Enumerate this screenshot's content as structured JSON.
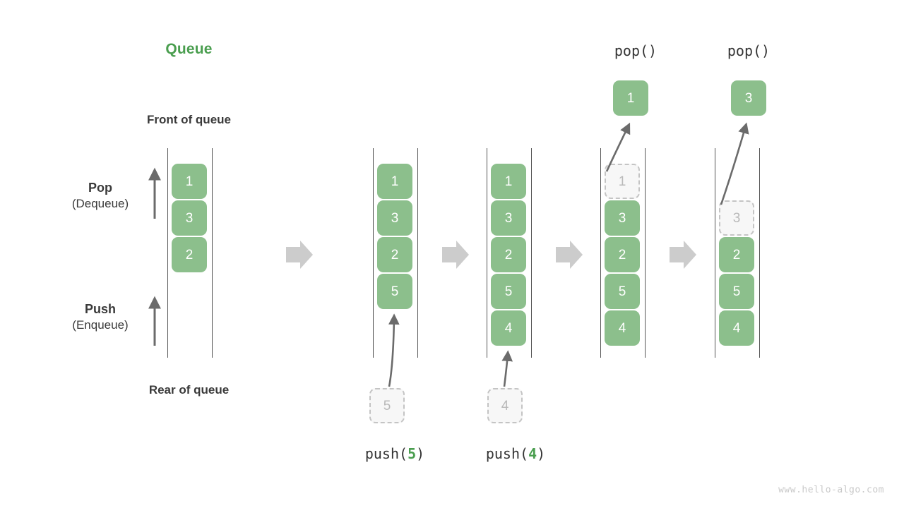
{
  "diagram": {
    "title": "Queue",
    "title_color": "#4a9e4f",
    "accent_color": "#8cbf8c",
    "rail_color": "#555555",
    "arrow_color": "#6b6b6b",
    "transition_arrow_color": "#cccccc",
    "ghost_fill": "#f7f7f7",
    "ghost_border": "#c4c4c4",
    "watermark": "www.hello-algo.com",
    "labels": {
      "front_of_queue": "Front of queue",
      "rear_of_queue": "Rear of queue",
      "pop_main": "Pop",
      "pop_sub": "(Dequeue)",
      "push_main": "Push",
      "push_sub": "(Enqueue)"
    },
    "operations": {
      "push5_prefix": "push(",
      "push5_value": "5",
      "push5_suffix": ")",
      "push4_prefix": "push(",
      "push4_value": "4",
      "push4_suffix": ")",
      "pop_label_1": "pop()",
      "pop_label_2": "pop()"
    },
    "states": [
      {
        "name": "initial",
        "cells": [
          {
            "value": "1",
            "style": "filled"
          },
          {
            "value": "3",
            "style": "filled"
          },
          {
            "value": "2",
            "style": "filled"
          }
        ],
        "incoming": null,
        "popped": null
      },
      {
        "name": "after-push-5",
        "cells": [
          {
            "value": "1",
            "style": "filled"
          },
          {
            "value": "3",
            "style": "filled"
          },
          {
            "value": "2",
            "style": "filled"
          },
          {
            "value": "5",
            "style": "filled"
          }
        ],
        "incoming": {
          "value": "5",
          "style": "ghost"
        },
        "popped": null
      },
      {
        "name": "after-push-4",
        "cells": [
          {
            "value": "1",
            "style": "filled"
          },
          {
            "value": "3",
            "style": "filled"
          },
          {
            "value": "2",
            "style": "filled"
          },
          {
            "value": "5",
            "style": "filled"
          },
          {
            "value": "4",
            "style": "filled"
          }
        ],
        "incoming": {
          "value": "4",
          "style": "ghost"
        },
        "popped": null
      },
      {
        "name": "after-pop-1",
        "cells": [
          {
            "value": "1",
            "style": "ghost"
          },
          {
            "value": "3",
            "style": "filled"
          },
          {
            "value": "2",
            "style": "filled"
          },
          {
            "value": "5",
            "style": "filled"
          },
          {
            "value": "4",
            "style": "filled"
          }
        ],
        "incoming": null,
        "popped": {
          "value": "1",
          "style": "filled"
        }
      },
      {
        "name": "after-pop-3",
        "cells": [
          {
            "value": "",
            "style": "empty"
          },
          {
            "value": "3",
            "style": "ghost"
          },
          {
            "value": "2",
            "style": "filled"
          },
          {
            "value": "5",
            "style": "filled"
          },
          {
            "value": "4",
            "style": "filled"
          }
        ],
        "incoming": null,
        "popped": {
          "value": "3",
          "style": "filled"
        }
      }
    ]
  }
}
